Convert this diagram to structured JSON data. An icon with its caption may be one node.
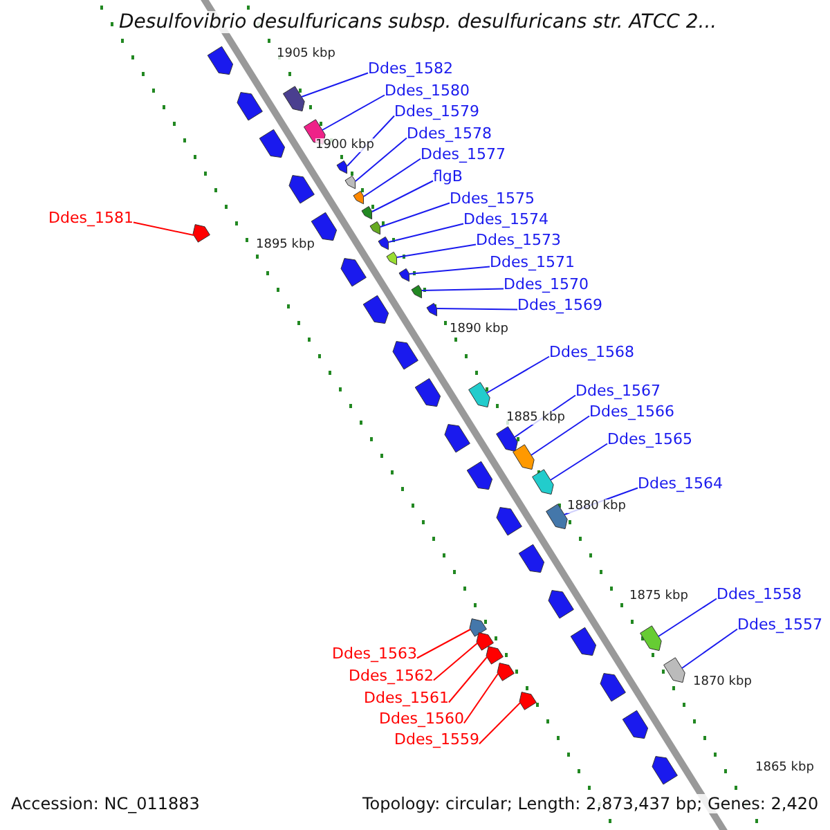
{
  "diagram": {
    "title": "Desulfovibrio desulfuricans subsp. desulfuricans str. ATCC 2...",
    "nodes": [
      {
        "text": [
          "Ddes_1582"
        ]
      },
      {
        "text": [
          "Ddes_1580"
        ]
      },
      {
        "text": [
          "Ddes_1579"
        ]
      },
      {
        "text": [
          "Ddes_1578"
        ]
      },
      {
        "text": [
          "Ddes_1577"
        ]
      },
      {
        "text": [
          "flgB"
        ]
      },
      {
        "text": [
          "Ddes_1575"
        ]
      },
      {
        "text": [
          "Ddes_1581"
        ]
      },
      {
        "text": [
          "Ddes_1574"
        ]
      },
      {
        "text": [
          "Ddes_1573"
        ]
      },
      {
        "text": [
          "Ddes_1571"
        ]
      },
      {
        "text": [
          "Ddes_1570"
        ]
      },
      {
        "text": [
          "Ddes_1569"
        ]
      },
      {
        "text": [
          "Ddes_1568"
        ]
      },
      {
        "text": [
          "Ddes_1567"
        ]
      },
      {
        "text": [
          "Ddes_1566"
        ]
      },
      {
        "text": [
          "Ddes_1565"
        ]
      },
      {
        "text": [
          "Ddes_1564"
        ]
      },
      {
        "text": [
          "Ddes_1558"
        ]
      },
      {
        "text": [
          "Ddes_1557"
        ]
      },
      {
        "text": [
          "Ddes_1563"
        ]
      },
      {
        "text": [
          "Ddes_1562"
        ]
      },
      {
        "text": [
          "Ddes_1561"
        ]
      },
      {
        "text": [
          "Ddes_1560"
        ]
      },
      {
        "text": [
          "Ddes_1559"
        ]
      },
      {
        "text": [],
        "shape": "arrow"
      },
      {
        "text": [],
        "shape": "arrow"
      },
      {
        "text": [],
        "shape": "arrow"
      },
      {
        "text": [],
        "shape": "arrow"
      },
      {
        "text": [],
        "shape": "arrow"
      },
      {
        "text": [],
        "shape": "arrow"
      },
      {
        "text": [],
        "shape": "arrow"
      },
      {
        "text": [],
        "shape": "arrow"
      },
      {
        "text": [],
        "shape": "arrow"
      },
      {
        "text": [],
        "shape": "arrow"
      },
      {
        "text": [],
        "shape": "arrow"
      },
      {
        "text": [],
        "shape": "arrow"
      },
      {
        "text": [],
        "shape": "arrow"
      },
      {
        "text": [],
        "shape": "arrow"
      },
      {
        "text": [],
        "shape": "arrow"
      },
      {
        "text": [],
        "shape": "arrow"
      },
      {
        "text": [],
        "shape": "arrow"
      },
      {
        "text": [],
        "shape": "arrow"
      },
      {
        "text": [],
        "shape": "arrow"
      },
      {
        "text": [],
        "shape": "arrow"
      },
      {
        "text": [],
        "shape": "arrow"
      },
      {
        "text": [],
        "shape": "arrow"
      },
      {
        "text": [],
        "shape": "arrow"
      },
      {
        "text": [],
        "shape": "arrow"
      },
      {
        "text": [],
        "shape": "arrow"
      }
    ],
    "edges": [
      {
        "from": 0,
        "to": 25,
        "arrow": "none"
      },
      {
        "from": 1,
        "to": 26,
        "arrow": "none"
      },
      {
        "from": 2,
        "to": 27,
        "arrow": "none"
      },
      {
        "from": 3,
        "to": 28,
        "arrow": "none"
      },
      {
        "from": 4,
        "to": 29,
        "arrow": "none"
      },
      {
        "from": 5,
        "to": 30,
        "arrow": "none"
      },
      {
        "from": 6,
        "to": 31,
        "arrow": "none"
      },
      {
        "from": 7,
        "to": 32,
        "arrow": "none",
        "color": "#ff0000"
      },
      {
        "from": 8,
        "to": 33,
        "arrow": "none"
      },
      {
        "from": 9,
        "to": 34,
        "arrow": "none"
      },
      {
        "from": 10,
        "to": 35,
        "arrow": "none"
      },
      {
        "from": 11,
        "to": 36,
        "arrow": "none"
      },
      {
        "from": 12,
        "to": 37,
        "arrow": "none"
      },
      {
        "from": 13,
        "to": 38,
        "arrow": "none"
      },
      {
        "from": 14,
        "to": 39,
        "arrow": "none"
      },
      {
        "from": 15,
        "to": 40,
        "arrow": "none"
      },
      {
        "from": 16,
        "to": 41,
        "arrow": "none"
      },
      {
        "from": 17,
        "to": 42,
        "arrow": "none"
      },
      {
        "from": 18,
        "to": 43,
        "arrow": "none"
      },
      {
        "from": 19,
        "to": 44,
        "arrow": "none"
      },
      {
        "from": 20,
        "to": 45,
        "arrow": "none",
        "color": "#ff0000"
      },
      {
        "from": 21,
        "to": 46,
        "arrow": "none",
        "color": "#ff0000"
      },
      {
        "from": 22,
        "to": 47,
        "arrow": "none",
        "color": "#ff0000"
      },
      {
        "from": 23,
        "to": 48,
        "arrow": "none",
        "color": "#ff0000"
      },
      {
        "from": 24,
        "to": 49,
        "arrow": "none",
        "color": "#ff0000"
      }
    ],
    "labels": [
      "1905 kbp",
      "1900 kbp",
      "1895 kbp",
      "1890 kbp",
      "1885 kbp",
      "1880 kbp",
      "1875 kbp",
      "1870 kbp",
      "1865 kbp",
      "Accession: NC_011883",
      "Topology: circular; Length: 2,873,437 bp; Genes: 2,420"
    ]
  }
}
